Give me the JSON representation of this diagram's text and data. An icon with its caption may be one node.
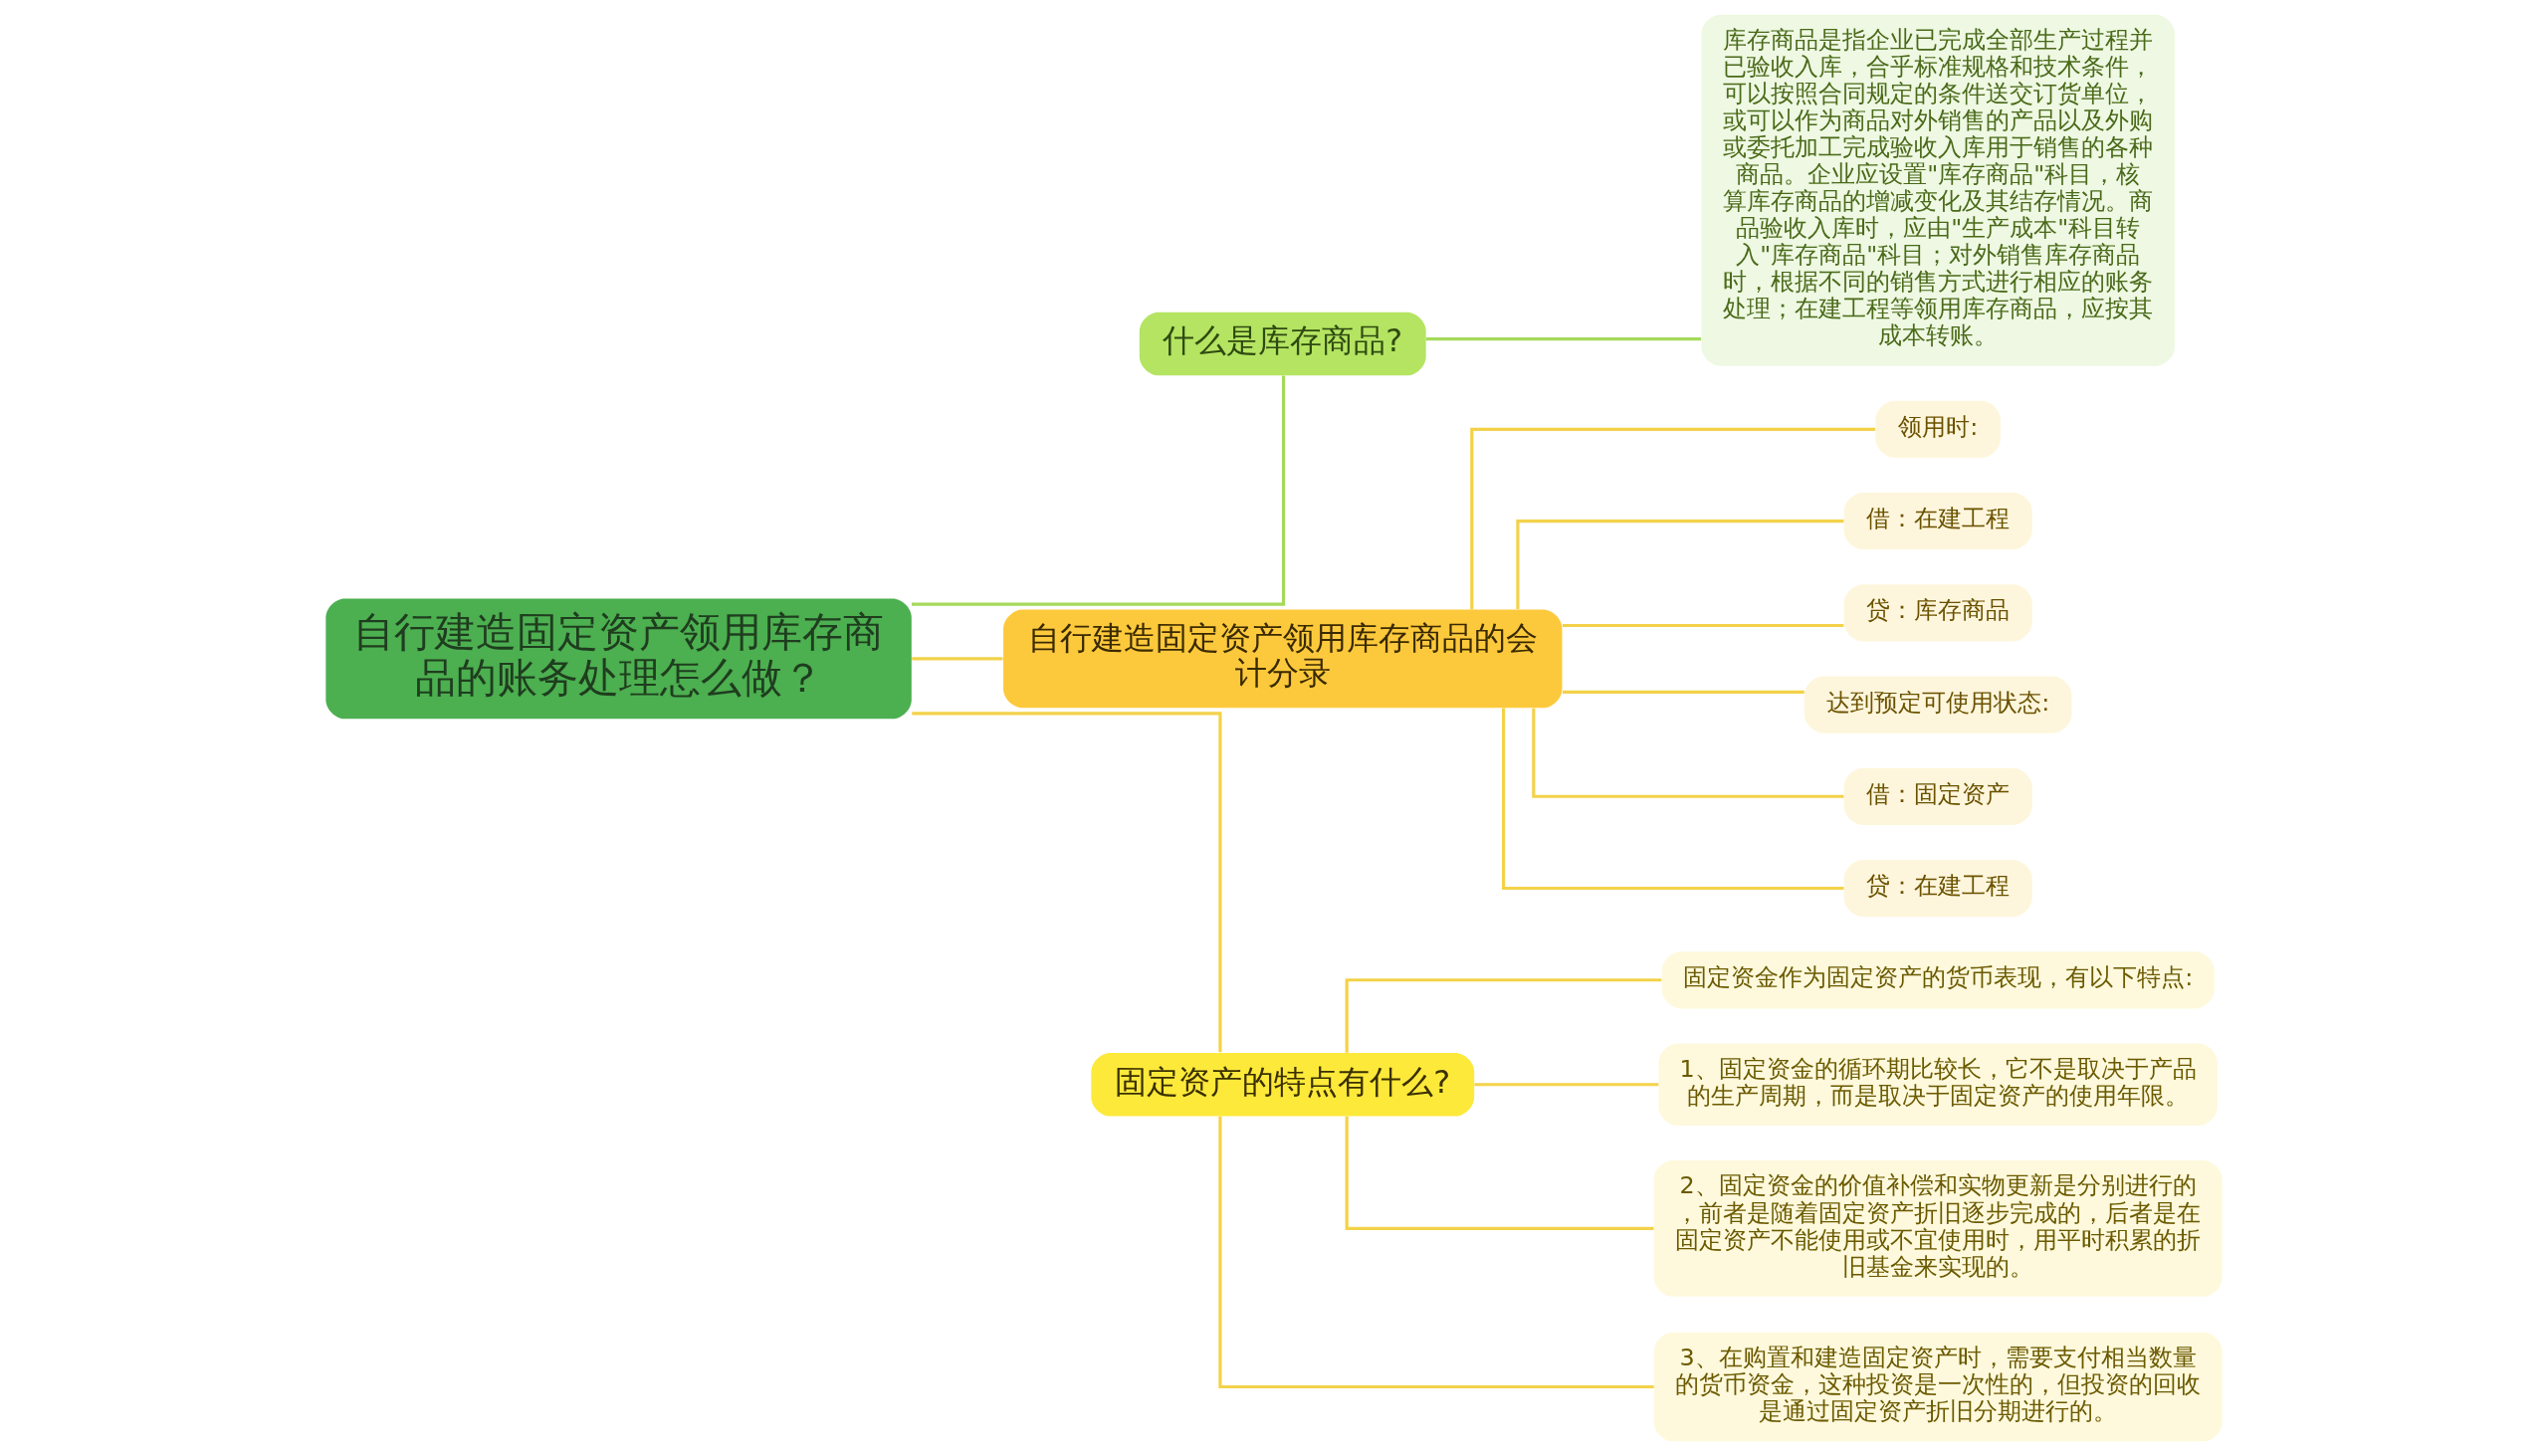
{
  "diagram": {
    "nodes": [
      {
        "text": [
          "自行建造固定资产领用库存商品的账务处理怎么做？"
        ]
      },
      {
        "text": [
          "什么是库存商品?"
        ]
      },
      {
        "text": [
          "库存商品是指企业已完成全部生产过程并已验收入库，合乎标准规格和技术条件，可以按照合同规定的条件送交订货单位，或可以作为商品对外销售的产品以及外购或委托加工完成验收入库用于销售的各种商品。企业应设置\"库存商品\"科目，核算库存商品的增减变化及其结存情况。商品验收入库时，应由\"生产成本\"科目转入\"库存商品\"科目；对外销售库存商品时，根据不同的销售方式进行相应的账务处理；在建工程等领用库存商品，应按其成本转账。"
        ]
      },
      {
        "text": [
          "自行建造固定资产领用库存商品的会计分录"
        ]
      },
      {
        "text": [
          "领用时:"
        ]
      },
      {
        "text": [
          "借：在建工程"
        ]
      },
      {
        "text": [
          "贷：库存商品"
        ]
      },
      {
        "text": [
          "达到预定可使用状态:"
        ]
      },
      {
        "text": [
          "借：固定资产"
        ]
      },
      {
        "text": [
          "贷：在建工程"
        ]
      },
      {
        "text": [
          "固定资产的特点有什么?"
        ]
      },
      {
        "text": [
          "固定资金作为固定资产的货币表现，有以下特点:"
        ]
      },
      {
        "text": [
          "1、固定资金的循环期比较长，它不是取决于产品的生产周期，而是取决于固定资产的使用年限。"
        ]
      },
      {
        "text": [
          "2、固定资金的价值补偿和实物更新是分别进行的，前者是随着固定资产折旧逐步完成的，后者是在固定资产不能使用或不宜使用时，用平时积累的折旧基金来实现的。"
        ]
      },
      {
        "text": [
          "3、在购置和建造固定资产时，需要支付相当数量的货币资金，这种投资是一次性的，但投资的回收是通过固定资产折旧分期进行的。"
        ]
      }
    ],
    "edges": [
      {
        "from": 0,
        "to": 1,
        "arrow": "none",
        "color": "#a6d95b"
      },
      {
        "from": 1,
        "to": 2,
        "arrow": "none",
        "color": "#a6d95b"
      },
      {
        "from": 0,
        "to": 3,
        "arrow": "none"
      },
      {
        "from": 3,
        "to": 4,
        "arrow": "none"
      },
      {
        "from": 3,
        "to": 5,
        "arrow": "none"
      },
      {
        "from": 3,
        "to": 6,
        "arrow": "none"
      },
      {
        "from": 3,
        "to": 7,
        "arrow": "none"
      },
      {
        "from": 3,
        "to": 8,
        "arrow": "none"
      },
      {
        "from": 3,
        "to": 9,
        "arrow": "none"
      },
      {
        "from": 0,
        "to": 10,
        "arrow": "none"
      },
      {
        "from": 10,
        "to": 11,
        "arrow": "none"
      },
      {
        "from": 10,
        "to": 12,
        "arrow": "none"
      },
      {
        "from": 10,
        "to": 13,
        "arrow": "none"
      },
      {
        "from": 10,
        "to": 14,
        "arrow": "none"
      }
    ]
  }
}
